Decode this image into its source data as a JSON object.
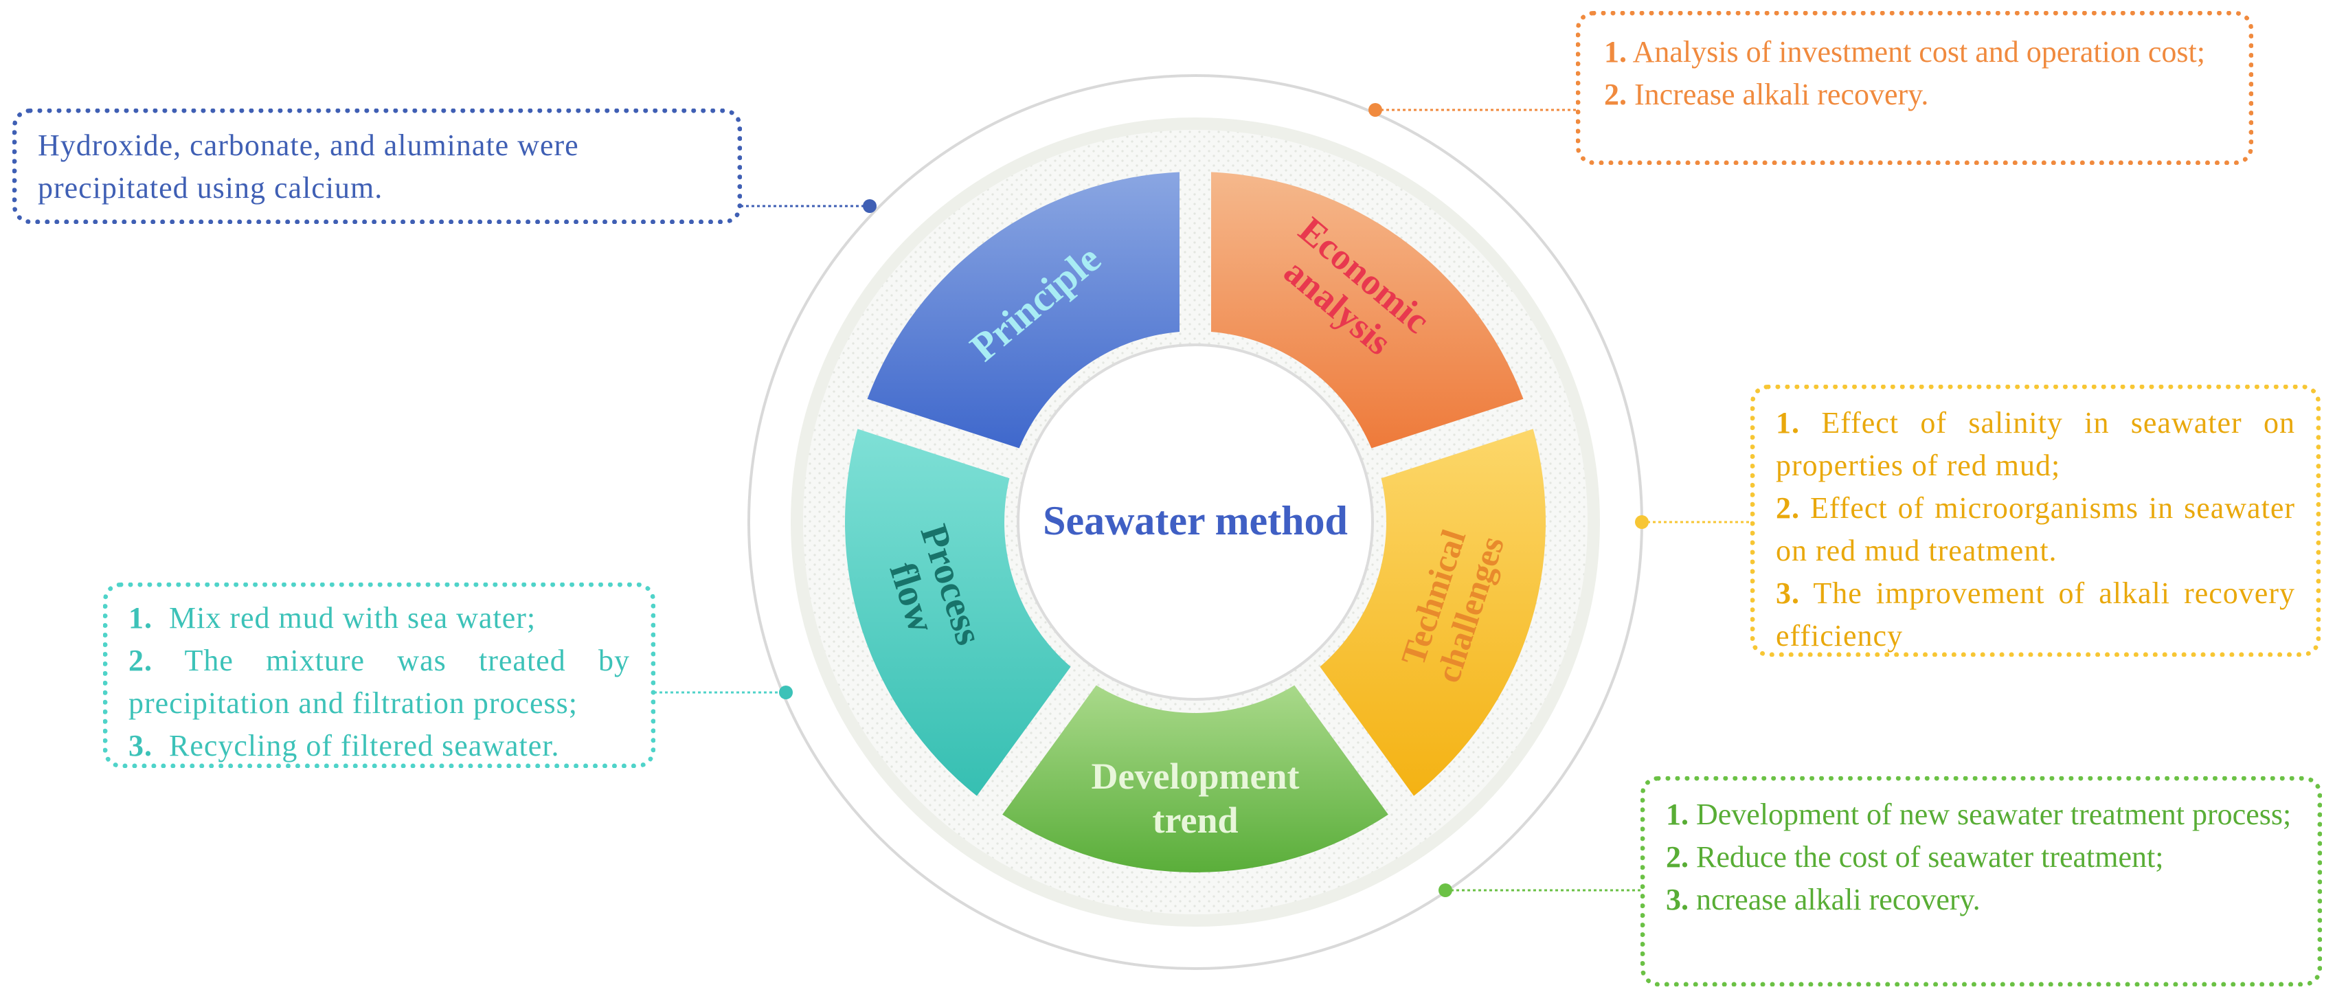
{
  "center": {
    "title": "Seawater method"
  },
  "segments": [
    {
      "id": "principle",
      "label_lines": [
        "Principle"
      ],
      "color_top": "#8aa6e2",
      "color_bottom": "#3f68cc",
      "label_color": "#a8ecf4"
    },
    {
      "id": "economic",
      "label_lines": [
        "Economic",
        "analysis"
      ],
      "color_top": "#f5b88c",
      "color_bottom": "#ee7a3a",
      "label_color": "#e8384e"
    },
    {
      "id": "technical",
      "label_lines": [
        "Technical",
        "challenges"
      ],
      "color_top": "#fcd76a",
      "color_bottom": "#f4b213",
      "label_color": "#e88a2c"
    },
    {
      "id": "development",
      "label_lines": [
        "Development",
        "trend"
      ],
      "color_top": "#a9d98a",
      "color_bottom": "#5aae3a",
      "label_color": "#e8f6da"
    },
    {
      "id": "process",
      "label_lines": [
        "Process",
        "flow"
      ],
      "color_top": "#7fe0d6",
      "color_bottom": "#36bfb2",
      "label_color": "#18736a"
    }
  ],
  "callouts": {
    "principle": {
      "lines": [
        "Hydroxide, carbonate, and aluminate were",
        "precipitated using calcium."
      ],
      "color": "#3f5fb4"
    },
    "economic": {
      "items": [
        {
          "num": "1.",
          "text": "Analysis of investment cost and operation cost;"
        },
        {
          "num": "2.",
          "text": "Increase alkali recovery."
        }
      ],
      "color": "#f08a3e"
    },
    "technical": {
      "items": [
        {
          "num": "1.",
          "text": "Effect of salinity in seawater on properties of red mud;"
        },
        {
          "num": "2.",
          "text": "Effect of microorganisms in seawater on red mud treatment."
        },
        {
          "num": "3.",
          "text": "The improvement of alkali recovery efficiency"
        }
      ],
      "color": "#f7c634"
    },
    "process": {
      "items": [
        {
          "num": "1.",
          "text": "Mix red mud with sea water;"
        },
        {
          "num": "2.",
          "text": "The mixture was treated by precipitation and filtration process;"
        },
        {
          "num": "3.",
          "text": "Recycling of filtered seawater."
        }
      ],
      "color": "#4fd3c9"
    },
    "development": {
      "items": [
        {
          "num": "1.",
          "text": "Development of new seawater treatment process;"
        },
        {
          "num": "2.",
          "text": "Reduce the cost of seawater treatment;"
        },
        {
          "num": "3.",
          "text": "ncrease alkali recovery."
        }
      ],
      "color": "#6bc145"
    }
  }
}
